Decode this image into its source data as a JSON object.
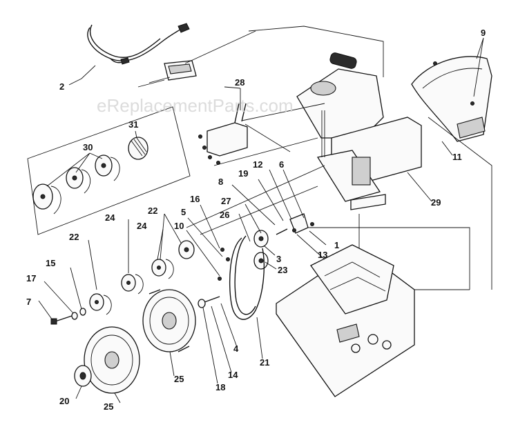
{
  "watermark": "eReplacementParts.com",
  "callouts": [
    "2",
    "28",
    "31",
    "30",
    "9",
    "11",
    "29",
    "12",
    "6",
    "19",
    "8",
    "27",
    "16",
    "5",
    "26",
    "10",
    "22",
    "24",
    "15",
    "17",
    "7",
    "1",
    "13",
    "3",
    "23",
    "4",
    "14",
    "18",
    "21",
    "20",
    "25"
  ]
}
